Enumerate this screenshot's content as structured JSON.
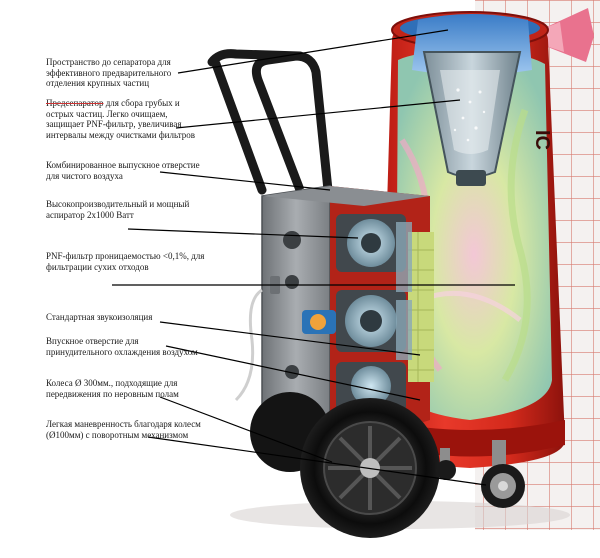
{
  "callouts": [
    {
      "id": "separator-space",
      "text": "Пространство до сепаратора для эффективного предварительного отделения крупных частиц"
    },
    {
      "id": "pre-separator",
      "title": "Предсепаратор",
      "text": " для сбора грубых и острых частиц. Легко очищаем, защищает PNF-фильтр, увеличивая интервалы между очистками фильтров"
    },
    {
      "id": "exhaust-outlet",
      "text": "Комбинированное выпускное отверстие для чистого воздуха"
    },
    {
      "id": "aspirator",
      "text": "Высокопроизводительный и мощный аспиратор 2x1000 Ватт"
    },
    {
      "id": "pnf-filter",
      "text": "PNF-фильтр проницаемостью <0,1%, для фильтрации сухих отходов"
    },
    {
      "id": "sound-insulation",
      "text": "Стандартная звукоизоляция"
    },
    {
      "id": "cooling-inlet",
      "text": "Впускное отверстие для принудительного охлаждения воздухом"
    },
    {
      "id": "rear-wheels",
      "text": "Колеса Ø 300мм., подходящие для передвижения по неровным полам"
    },
    {
      "id": "front-castors",
      "text": "Легкая маневренность благодаря колесм (Ø100мм) с поворотным механизмом"
    }
  ],
  "brand_mark": "IC"
}
